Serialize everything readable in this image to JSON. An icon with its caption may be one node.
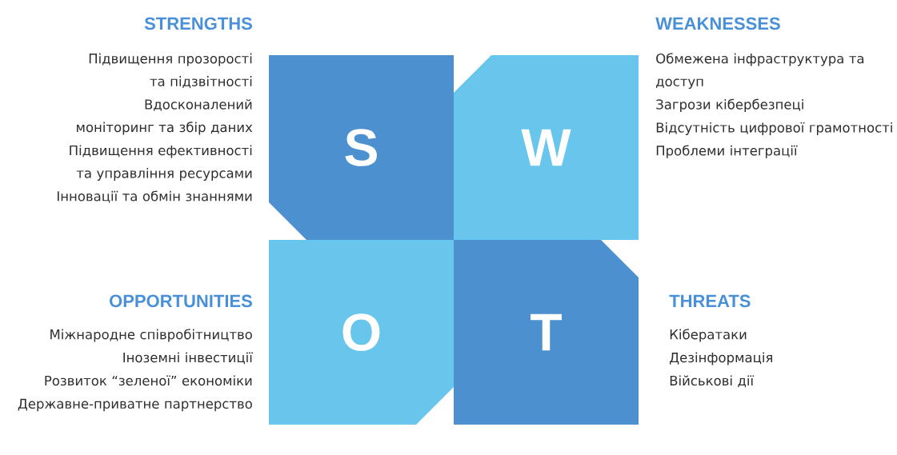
{
  "diagram": {
    "nodes": [
      {
        "text": [
          "S"
        ],
        "beside": [
          "STRENGTHS",
          "Підвищення прозорості та підзвітності",
          "Вдосконалений моніторинг та збір даних",
          "Підвищення ефективності та управління ресурсами",
          "Інновації та обмін знаннями"
        ]
      },
      {
        "text": [
          "W"
        ],
        "beside": [
          "WEAKNESSES",
          "Обмежена інфраструктура та доступ",
          "Загрози кібербезпеці",
          "Відсутність цифрової грамотності",
          "Проблеми інтеграції"
        ]
      },
      {
        "text": [
          "O"
        ],
        "beside": [
          "OPPORTUNITIES",
          "Міжнародне співробітництво",
          "Іноземні інвестиції",
          "Розвиток “зеленої” економіки",
          "Державне-приватне партнерство"
        ]
      },
      {
        "text": [
          "T"
        ],
        "beside": [
          "THREATS",
          "Кібератаки",
          "Дезінформація",
          "Військові дії"
        ]
      }
    ]
  }
}
